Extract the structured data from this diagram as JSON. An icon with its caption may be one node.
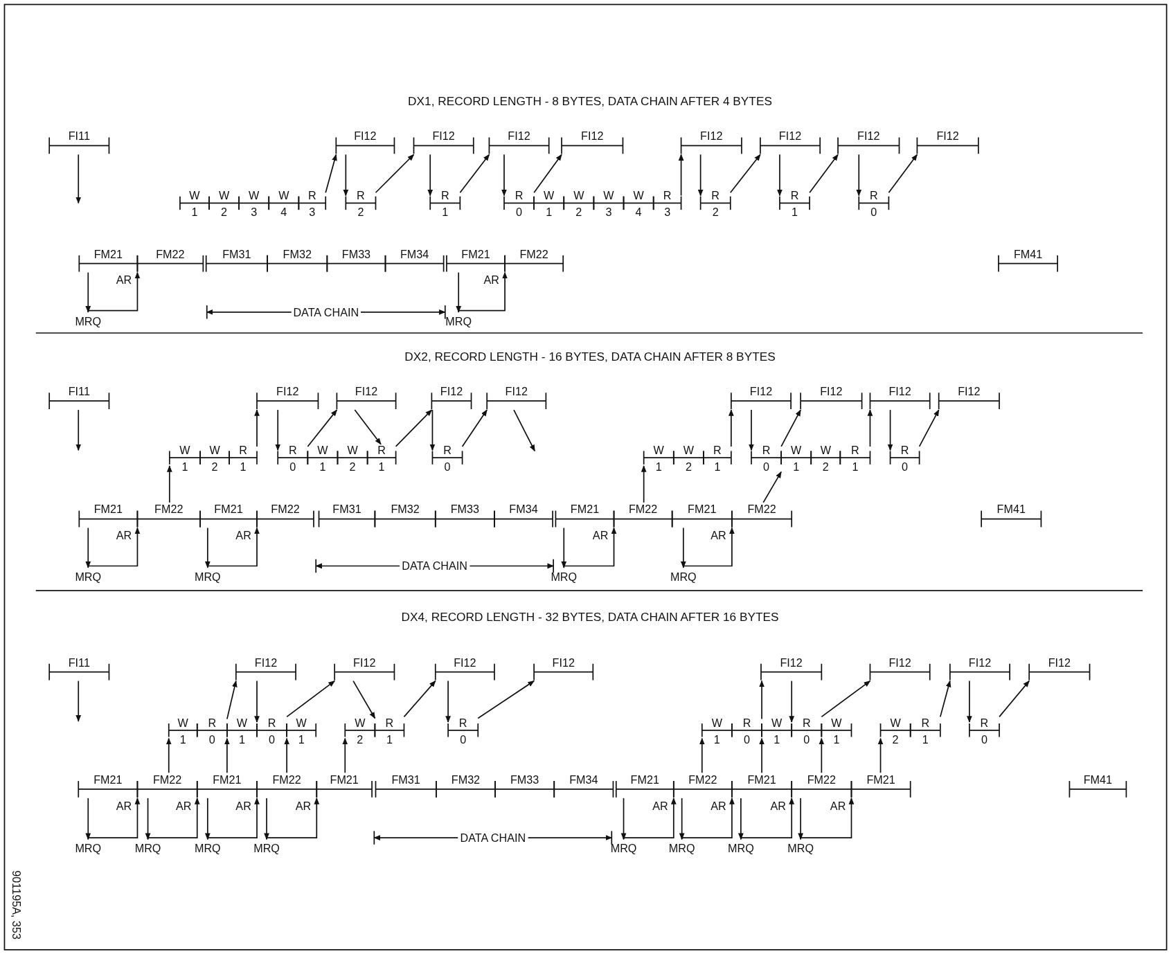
{
  "diagram": {
    "nodes": [
      {
        "text": [
          "FI11"
        ]
      },
      {
        "text": [
          "FI12"
        ]
      },
      {
        "text": [
          "FI12"
        ]
      },
      {
        "text": [
          "FI12"
        ]
      },
      {
        "text": [
          "FI12"
        ]
      },
      {
        "text": [
          "FI12"
        ]
      },
      {
        "text": [
          "FI12"
        ]
      },
      {
        "text": [
          "FI12"
        ]
      },
      {
        "text": [
          "FI12"
        ]
      },
      {
        "text": [
          "W",
          "1"
        ]
      },
      {
        "text": [
          "W",
          "2"
        ]
      },
      {
        "text": [
          "W",
          "3"
        ]
      },
      {
        "text": [
          "W",
          "4"
        ]
      },
      {
        "text": [
          "R",
          "3"
        ]
      },
      {
        "text": [
          "R",
          "2"
        ]
      },
      {
        "text": [
          "R",
          "1"
        ]
      },
      {
        "text": [
          "R",
          "0"
        ]
      },
      {
        "text": [
          "W",
          "1"
        ]
      },
      {
        "text": [
          "W",
          "2"
        ]
      },
      {
        "text": [
          "W",
          "3"
        ]
      },
      {
        "text": [
          "W",
          "4"
        ]
      },
      {
        "text": [
          "R",
          "3"
        ]
      },
      {
        "text": [
          "R",
          "2"
        ]
      },
      {
        "text": [
          "R",
          "1"
        ]
      },
      {
        "text": [
          "R",
          "0"
        ]
      },
      {
        "text": [
          "FM21"
        ]
      },
      {
        "text": [
          "FM22"
        ]
      },
      {
        "text": [
          "FM31"
        ]
      },
      {
        "text": [
          "FM32"
        ]
      },
      {
        "text": [
          "FM33"
        ]
      },
      {
        "text": [
          "FM34"
        ]
      },
      {
        "text": [
          "FM21"
        ]
      },
      {
        "text": [
          "FM22"
        ]
      },
      {
        "text": [
          "FM41"
        ]
      },
      {
        "text": [
          "FI11"
        ]
      },
      {
        "text": [
          "FI12"
        ]
      },
      {
        "text": [
          "FI12"
        ]
      },
      {
        "text": [
          "FI12"
        ]
      },
      {
        "text": [
          "FI12"
        ]
      },
      {
        "text": [
          "FI12"
        ]
      },
      {
        "text": [
          "FI12"
        ]
      },
      {
        "text": [
          "FI12"
        ]
      },
      {
        "text": [
          "FI12"
        ]
      },
      {
        "text": [
          "W",
          "1"
        ]
      },
      {
        "text": [
          "W",
          "2"
        ]
      },
      {
        "text": [
          "R",
          "1"
        ]
      },
      {
        "text": [
          "R",
          "0"
        ]
      },
      {
        "text": [
          "W",
          "1"
        ]
      },
      {
        "text": [
          "W",
          "2"
        ]
      },
      {
        "text": [
          "R",
          "1"
        ]
      },
      {
        "text": [
          "R",
          "0"
        ]
      },
      {
        "text": [
          "W",
          "1"
        ]
      },
      {
        "text": [
          "W",
          "2"
        ]
      },
      {
        "text": [
          "R",
          "1"
        ]
      },
      {
        "text": [
          "R",
          "0"
        ]
      },
      {
        "text": [
          "W",
          "1"
        ]
      },
      {
        "text": [
          "W",
          "2"
        ]
      },
      {
        "text": [
          "R",
          "1"
        ]
      },
      {
        "text": [
          "R",
          "0"
        ]
      },
      {
        "text": [
          "FM21"
        ]
      },
      {
        "text": [
          "FM22"
        ]
      },
      {
        "text": [
          "FM21"
        ]
      },
      {
        "text": [
          "FM22"
        ]
      },
      {
        "text": [
          "FM31"
        ]
      },
      {
        "text": [
          "FM32"
        ]
      },
      {
        "text": [
          "FM33"
        ]
      },
      {
        "text": [
          "FM34"
        ]
      },
      {
        "text": [
          "FM21"
        ]
      },
      {
        "text": [
          "FM22"
        ]
      },
      {
        "text": [
          "FM21"
        ]
      },
      {
        "text": [
          "FM22"
        ]
      },
      {
        "text": [
          "FM41"
        ]
      },
      {
        "text": [
          "FI11"
        ]
      },
      {
        "text": [
          "FI12"
        ]
      },
      {
        "text": [
          "FI12"
        ]
      },
      {
        "text": [
          "FI12"
        ]
      },
      {
        "text": [
          "FI12"
        ]
      },
      {
        "text": [
          "FI12"
        ]
      },
      {
        "text": [
          "FI12"
        ]
      },
      {
        "text": [
          "FI12"
        ]
      },
      {
        "text": [
          "FI12"
        ]
      },
      {
        "text": [
          "W",
          "1"
        ]
      },
      {
        "text": [
          "R",
          "0"
        ]
      },
      {
        "text": [
          "W",
          "1"
        ]
      },
      {
        "text": [
          "R",
          "0"
        ]
      },
      {
        "text": [
          "W",
          "1"
        ]
      },
      {
        "text": [
          "W",
          "2"
        ]
      },
      {
        "text": [
          "R",
          "1"
        ]
      },
      {
        "text": [
          "R",
          "0"
        ]
      },
      {
        "text": [
          "W",
          "1"
        ]
      },
      {
        "text": [
          "R",
          "0"
        ]
      },
      {
        "text": [
          "W",
          "1"
        ]
      },
      {
        "text": [
          "R",
          "0"
        ]
      },
      {
        "text": [
          "W",
          "1"
        ]
      },
      {
        "text": [
          "W",
          "2"
        ]
      },
      {
        "text": [
          "R",
          "1"
        ]
      },
      {
        "text": [
          "R",
          "0"
        ]
      },
      {
        "text": [
          "FM21"
        ]
      },
      {
        "text": [
          "FM22"
        ]
      },
      {
        "text": [
          "FM21"
        ]
      },
      {
        "text": [
          "FM22"
        ]
      },
      {
        "text": [
          "FM21"
        ]
      },
      {
        "text": [
          "FM31"
        ]
      },
      {
        "text": [
          "FM32"
        ]
      },
      {
        "text": [
          "FM33"
        ]
      },
      {
        "text": [
          "FM34"
        ]
      },
      {
        "text": [
          "FM21"
        ]
      },
      {
        "text": [
          "FM22"
        ]
      },
      {
        "text": [
          "FM21"
        ]
      },
      {
        "text": [
          "FM22"
        ]
      },
      {
        "text": [
          "FM21"
        ]
      },
      {
        "text": [
          "FM41"
        ]
      },
      {
        "text": [
          "MRQ"
        ]
      },
      {
        "text": [
          "MRQ"
        ]
      },
      {
        "text": [
          "MRQ"
        ]
      },
      {
        "text": [
          "MRQ"
        ]
      },
      {
        "text": [
          "MRQ"
        ]
      },
      {
        "text": [
          "MRQ"
        ]
      },
      {
        "text": [
          "MRQ"
        ]
      },
      {
        "text": [
          "MRQ"
        ]
      },
      {
        "text": [
          "MRQ"
        ]
      },
      {
        "text": [
          "MRQ"
        ]
      },
      {
        "text": [
          "MRQ"
        ]
      },
      {
        "text": [
          "MRQ"
        ]
      },
      {
        "text": [
          "MRQ"
        ]
      },
      {
        "text": [
          "MRQ"
        ]
      }
    ],
    "edges": [
      {
        "from": 0,
        "to": null,
        "arrow": "to"
      },
      {
        "from": 13,
        "to": 1,
        "arrow": "to"
      },
      {
        "from": 1,
        "to": 14,
        "arrow": "to"
      },
      {
        "from": 14,
        "to": 2,
        "arrow": "to"
      },
      {
        "from": 2,
        "to": 15,
        "arrow": "to"
      },
      {
        "from": 15,
        "to": 3,
        "arrow": "to"
      },
      {
        "from": 3,
        "to": 16,
        "arrow": "to"
      },
      {
        "from": 16,
        "to": 4,
        "arrow": "to"
      },
      {
        "from": 21,
        "to": 5,
        "arrow": "to"
      },
      {
        "from": 5,
        "to": 22,
        "arrow": "to"
      },
      {
        "from": 22,
        "to": 6,
        "arrow": "to"
      },
      {
        "from": 6,
        "to": 23,
        "arrow": "to"
      },
      {
        "from": 23,
        "to": 7,
        "arrow": "to"
      },
      {
        "from": 7,
        "to": 24,
        "arrow": "to"
      },
      {
        "from": 24,
        "to": 8,
        "arrow": "to"
      },
      {
        "from": 34,
        "to": null,
        "arrow": "to"
      },
      {
        "from": 60,
        "to": 43,
        "arrow": "to"
      },
      {
        "from": 45,
        "to": 35,
        "arrow": "to"
      },
      {
        "from": 35,
        "to": 46,
        "arrow": "to"
      },
      {
        "from": 46,
        "to": 36,
        "arrow": "to"
      },
      {
        "from": 36,
        "to": 49,
        "arrow": "to"
      },
      {
        "from": 49,
        "to": 37,
        "arrow": "to"
      },
      {
        "from": 37,
        "to": 50,
        "arrow": "to"
      },
      {
        "from": 50,
        "to": 38,
        "arrow": "to"
      },
      {
        "from": 38,
        "to": null,
        "arrow": "to"
      },
      {
        "from": 68,
        "to": 51,
        "arrow": "to"
      },
      {
        "from": 53,
        "to": 39,
        "arrow": "to"
      },
      {
        "from": 39,
        "to": 54,
        "arrow": "to"
      },
      {
        "from": 54,
        "to": 40,
        "arrow": "to"
      },
      {
        "from": 70,
        "to": 55,
        "arrow": "to"
      },
      {
        "from": 57,
        "to": 41,
        "arrow": "to"
      },
      {
        "from": 41,
        "to": 58,
        "arrow": "to"
      },
      {
        "from": 58,
        "to": 42,
        "arrow": "to"
      },
      {
        "from": 72,
        "to": null,
        "arrow": "to"
      },
      {
        "from": 98,
        "to": 81,
        "arrow": "to"
      },
      {
        "from": 99,
        "to": 83,
        "arrow": "to"
      },
      {
        "from": 100,
        "to": 85,
        "arrow": "to"
      },
      {
        "from": 101,
        "to": 86,
        "arrow": "to"
      },
      {
        "from": 107,
        "to": 89,
        "arrow": "to"
      },
      {
        "from": 108,
        "to": 91,
        "arrow": "to"
      },
      {
        "from": 109,
        "to": 93,
        "arrow": "to"
      },
      {
        "from": 110,
        "to": 94,
        "arrow": "to"
      },
      {
        "from": 82,
        "to": 73,
        "arrow": "to"
      },
      {
        "from": 73,
        "to": 84,
        "arrow": "to"
      },
      {
        "from": 84,
        "to": 74,
        "arrow": "to"
      },
      {
        "from": 74,
        "to": 87,
        "arrow": "to"
      },
      {
        "from": 87,
        "to": 75,
        "arrow": "to"
      },
      {
        "from": 75,
        "to": 88,
        "arrow": "to"
      },
      {
        "from": 88,
        "to": 76,
        "arrow": "to"
      },
      {
        "from": 90,
        "to": 77,
        "arrow": "to"
      },
      {
        "from": 77,
        "to": 92,
        "arrow": "to"
      },
      {
        "from": 92,
        "to": 78,
        "arrow": "to"
      },
      {
        "from": 95,
        "to": 79,
        "arrow": "to"
      },
      {
        "from": 79,
        "to": 96,
        "arrow": "to"
      },
      {
        "from": 96,
        "to": 80,
        "arrow": "to"
      },
      {
        "from": 25,
        "to": 112,
        "arrow": "to"
      },
      {
        "from": 112,
        "to": 26,
        "arrow": "to",
        "label": "AR"
      },
      {
        "from": 31,
        "to": 113,
        "arrow": "to"
      },
      {
        "from": 113,
        "to": 32,
        "arrow": "to",
        "label": "AR"
      },
      {
        "from": 59,
        "to": 114,
        "arrow": "to"
      },
      {
        "from": 114,
        "to": 60,
        "arrow": "to",
        "label": "AR"
      },
      {
        "from": 61,
        "to": 115,
        "arrow": "to"
      },
      {
        "from": 115,
        "to": 62,
        "arrow": "to",
        "label": "AR"
      },
      {
        "from": 67,
        "to": 116,
        "arrow": "to"
      },
      {
        "from": 116,
        "to": 68,
        "arrow": "to",
        "label": "AR"
      },
      {
        "from": 69,
        "to": 117,
        "arrow": "to"
      },
      {
        "from": 117,
        "to": 70,
        "arrow": "to",
        "label": "AR"
      },
      {
        "from": 97,
        "to": 118,
        "arrow": "to"
      },
      {
        "from": 118,
        "to": 98,
        "arrow": "to",
        "label": "AR"
      },
      {
        "from": 98,
        "to": 119,
        "arrow": "to"
      },
      {
        "from": 119,
        "to": 99,
        "arrow": "to",
        "label": "AR"
      },
      {
        "from": 99,
        "to": 120,
        "arrow": "to"
      },
      {
        "from": 120,
        "to": 100,
        "arrow": "to",
        "label": "AR"
      },
      {
        "from": 100,
        "to": 121,
        "arrow": "to"
      },
      {
        "from": 121,
        "to": 101,
        "arrow": "to",
        "label": "AR"
      },
      {
        "from": 106,
        "to": 122,
        "arrow": "to"
      },
      {
        "from": 122,
        "to": 107,
        "arrow": "to",
        "label": "AR"
      },
      {
        "from": 107,
        "to": 123,
        "arrow": "to"
      },
      {
        "from": 123,
        "to": 108,
        "arrow": "to",
        "label": "AR"
      },
      {
        "from": 108,
        "to": 124,
        "arrow": "to"
      },
      {
        "from": 124,
        "to": 109,
        "arrow": "to",
        "label": "AR"
      },
      {
        "from": 109,
        "to": 125,
        "arrow": "to"
      },
      {
        "from": 125,
        "to": 110,
        "arrow": "to",
        "label": "AR"
      }
    ],
    "labels": [
      "DX1, RECORD LENGTH - 8 BYTES, DATA CHAIN AFTER 4 BYTES",
      "DATA CHAIN",
      "DX2, RECORD LENGTH - 16 BYTES, DATA CHAIN AFTER 8 BYTES",
      "DATA CHAIN",
      "DX4, RECORD LENGTH - 32 BYTES, DATA CHAIN AFTER 16 BYTES",
      "DATA CHAIN",
      "901195A, 353"
    ]
  }
}
